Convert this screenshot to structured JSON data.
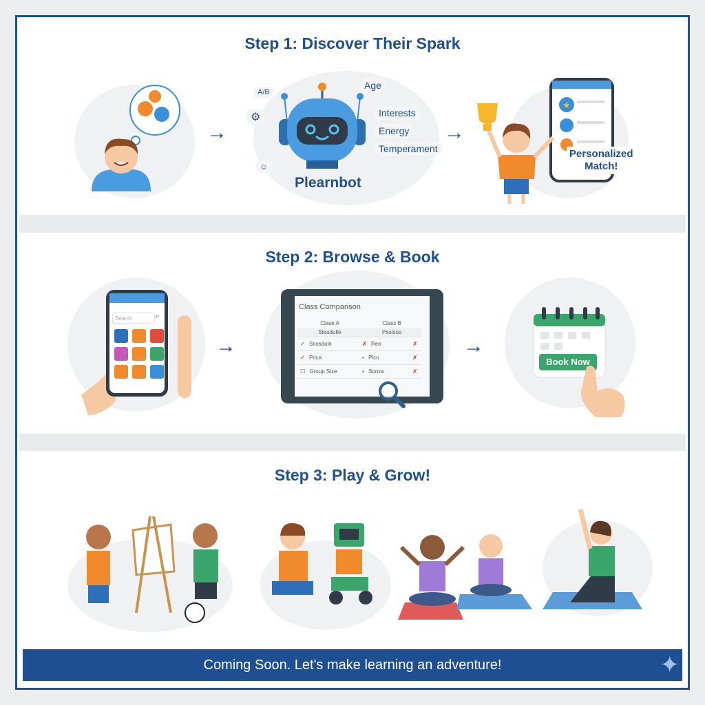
{
  "step1": {
    "title": "Step 1: Discover Their Spark",
    "bot_name": "Plearnbot",
    "attributes": [
      "Age",
      "Interests",
      "Energy",
      "Temperament"
    ],
    "left_icon_label": "A/B",
    "match_label_line1": "Personalized",
    "match_label_line2": "Match!"
  },
  "step2": {
    "title": "Step 2: Browse & Book",
    "search_placeholder": "Search",
    "comparison": {
      "title": "Class Comparison",
      "col_a": "Clase A",
      "col_b": "Class B",
      "sub_a": "Sleudulle",
      "sub_b": "Peslsos",
      "rows": [
        {
          "label": "Scosduln",
          "b": "Reo"
        },
        {
          "label": "Prica",
          "b": "Plco"
        },
        {
          "label": "Group Size",
          "b": "Sonza"
        }
      ]
    },
    "book_button": "Book Now"
  },
  "step3": {
    "title": "Step 3: Play & Grow!"
  },
  "footer": {
    "text": "Coming Soon. Let's make learning an adventure!"
  },
  "colors": {
    "brand": "#1e4f93",
    "accent_orange": "#f08a2c",
    "accent_blue": "#3b8fd8",
    "green": "#3aa66b"
  }
}
